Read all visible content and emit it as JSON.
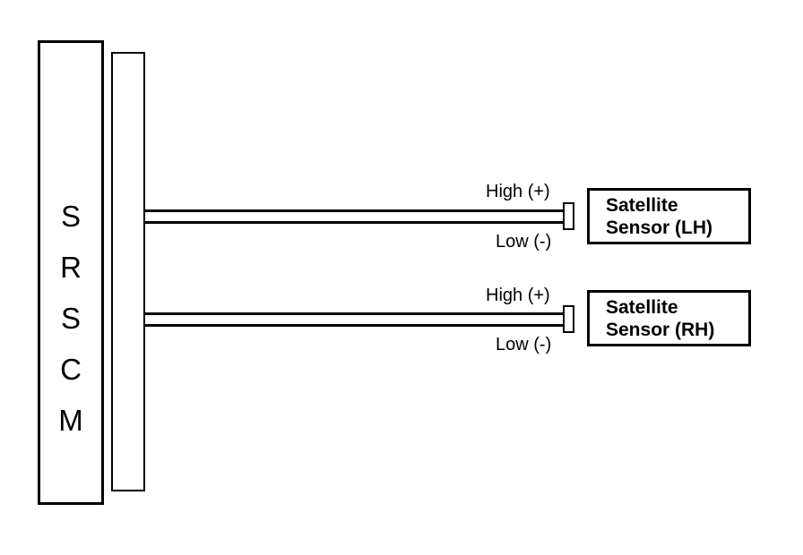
{
  "module": {
    "letters": [
      "S",
      "R",
      "S",
      "C",
      "M"
    ]
  },
  "circuits": [
    {
      "high_label": "High (+)",
      "low_label": "Low (-)",
      "sensor_line1": "Satellite",
      "sensor_line2": "Sensor (LH)"
    },
    {
      "high_label": "High (+)",
      "low_label": "Low (-)",
      "sensor_line1": "Satellite",
      "sensor_line2": "Sensor (RH)"
    }
  ],
  "colors": {
    "line": "#000000",
    "background": "#ffffff"
  }
}
